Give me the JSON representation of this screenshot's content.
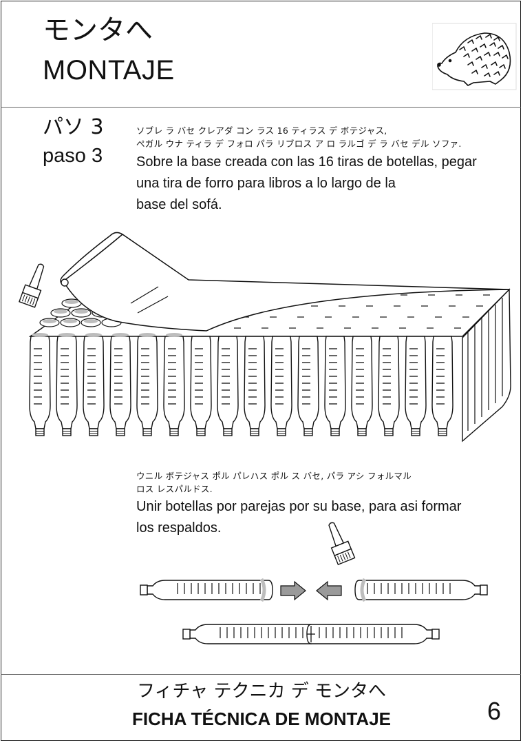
{
  "header": {
    "title_jp": "モンタへ",
    "title_es": "MONTAJE"
  },
  "step": {
    "label_jp": "パソ 3",
    "label_es": "paso 3"
  },
  "section1": {
    "kana_line1": "ソブレ ラ バセ クレアダ コン ラス 16 ティラス デ ボテジャス,",
    "kana_line2": "ぺガル ウナ ティラ デ フォロ パラ リブロス ア ロ ラルゴ デ ラ バセ デル ソファ.",
    "text_line1": "Sobre la base creada con las 16 tiras de botellas, pegar",
    "text_line2": "una tira de forro para libros a lo largo de la",
    "text_line3": "base del sofá."
  },
  "section2": {
    "kana_line1": "ウニル ボテジャス ポル パレハス ポル ス バセ, パラ アシ フォルマル",
    "kana_line2": "ロス レスパルドス.",
    "text_line1": "Unir botellas por parejas por su base, para asi formar",
    "text_line2": "los respaldos."
  },
  "footer": {
    "title_jp": "フィチャ テクニカ デ モンタへ",
    "title_es": "FICHA TÉCNICA DE MONTAJE",
    "page_number": "6"
  },
  "icons": {
    "logo": "hedgehog-icon",
    "brush": "glue-brush-icon",
    "arrow": "grey-arrow-icon"
  },
  "colors": {
    "ink": "#111111",
    "grey_fill": "#9a9a9a",
    "glue": "#c8c8c8"
  }
}
